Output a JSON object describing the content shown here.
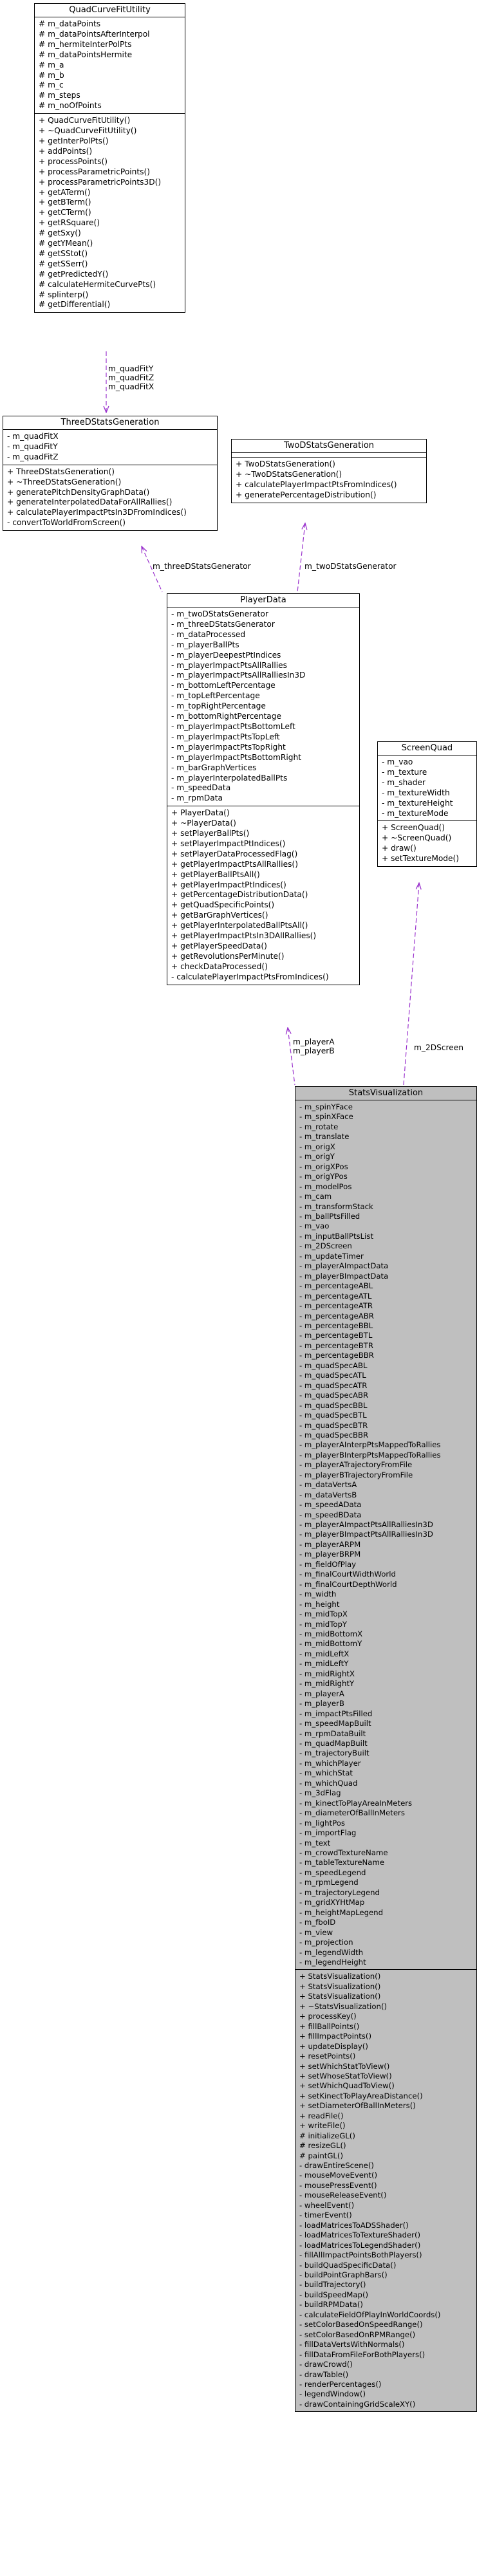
{
  "classes": {
    "quad": {
      "title": "QuadCurveFitUtility",
      "attributes": [
        "# m_dataPoints",
        "# m_dataPointsAfterInterpol",
        "# m_hermiteInterPolPts",
        "# m_dataPointsHermite",
        "# m_a",
        "# m_b",
        "# m_c",
        "# m_steps",
        "# m_noOfPoints"
      ],
      "methods": [
        "+ QuadCurveFitUtility()",
        "+ ~QuadCurveFitUtility()",
        "+ getInterPolPts()",
        "+ addPoints()",
        "+ processPoints()",
        "+ processParametricPoints()",
        "+ processParametricPoints3D()",
        "+ getATerm()",
        "+ getBTerm()",
        "+ getCTerm()",
        "+ getRSquare()",
        "# getSxy()",
        "# getYMean()",
        "# getSStot()",
        "# getSSerr()",
        "# getPredictedY()",
        "# calculateHermiteCurvePts()",
        "# splinterp()",
        "# getDifferential()"
      ]
    },
    "three": {
      "title": "ThreeDStatsGeneration",
      "attributes": [
        "- m_quadFitX",
        "- m_quadFitY",
        "- m_quadFitZ"
      ],
      "methods": [
        "+ ThreeDStatsGeneration()",
        "+ ~ThreeDStatsGeneration()",
        "+ generatePitchDensityGraphData()",
        "+ generateInterpolatedDataForAllRallies()",
        "+ calculatePlayerImpactPtsIn3DFromIndices()",
        "- convertToWorldFromScreen()"
      ]
    },
    "two": {
      "title": "TwoDStatsGeneration",
      "attributes": [],
      "methods": [
        "+ TwoDStatsGeneration()",
        "+ ~TwoDStatsGeneration()",
        "+ calculatePlayerImpactPtsFromIndices()",
        "+ generatePercentageDistribution()"
      ]
    },
    "player": {
      "title": "PlayerData",
      "attributes": [
        "- m_twoDStatsGenerator",
        "- m_threeDStatsGenerator",
        "- m_dataProcessed",
        "- m_playerBallPts",
        "- m_playerDeepestPtIndices",
        "- m_playerImpactPtsAllRallies",
        "- m_playerImpactPtsAllRalliesIn3D",
        "- m_bottomLeftPercentage",
        "- m_topLeftPercentage",
        "- m_topRightPercentage",
        "- m_bottomRightPercentage",
        "- m_playerImpactPtsBottomLeft",
        "- m_playerImpactPtsTopLeft",
        "- m_playerImpactPtsTopRight",
        "- m_playerImpactPtsBottomRight",
        "- m_barGraphVertices",
        "- m_playerInterpolatedBallPts",
        "- m_speedData",
        "- m_rpmData"
      ],
      "methods": [
        "+ PlayerData()",
        "+ ~PlayerData()",
        "+ setPlayerBallPts()",
        "+ setPlayerImpactPtIndices()",
        "+ setPlayerDataProcessedFlag()",
        "+ getPlayerImpactPtsAllRallies()",
        "+ getPlayerBallPtsAll()",
        "+ getPlayerImpactPtIndices()",
        "+ getPercentageDistributionData()",
        "+ getQuadSpecificPoints()",
        "+ getBarGraphVertices()",
        "+ getPlayerInterpolatedBallPtsAll()",
        "+ getPlayerImpactPtsIn3DAllRallies()",
        "+ getPlayerSpeedData()",
        "+ getRevolutionsPerMinute()",
        "+ checkDataProcessed()",
        "- calculatePlayerImpactPtsFromIndices()"
      ]
    },
    "screen": {
      "title": "ScreenQuad",
      "attributes": [
        "- m_vao",
        "- m_texture",
        "- m_shader",
        "- m_textureWidth",
        "- m_textureHeight",
        "- m_textureMode"
      ],
      "methods": [
        "+ ScreenQuad()",
        "+ ~ScreenQuad()",
        "+ draw()",
        "+ setTextureMode()"
      ]
    },
    "stats": {
      "title": "StatsVisualization",
      "attributes": [
        "- m_spinYFace",
        "- m_spinXFace",
        "- m_rotate",
        "- m_translate",
        "- m_origX",
        "- m_origY",
        "- m_origXPos",
        "- m_origYPos",
        "- m_modelPos",
        "- m_cam",
        "- m_transformStack",
        "- m_ballPtsFilled",
        "- m_vao",
        "- m_inputBallPtsList",
        "- m_2DScreen",
        "- m_updateTimer",
        "- m_playerAImpactData",
        "- m_playerBImpactData",
        "- m_percentageABL",
        "- m_percentageATL",
        "- m_percentageATR",
        "- m_percentageABR",
        "- m_percentageBBL",
        "- m_percentageBTL",
        "- m_percentageBTR",
        "- m_percentageBBR",
        "- m_quadSpecABL",
        "- m_quadSpecATL",
        "- m_quadSpecATR",
        "- m_quadSpecABR",
        "- m_quadSpecBBL",
        "- m_quadSpecBTL",
        "- m_quadSpecBTR",
        "- m_quadSpecBBR",
        "- m_playerAInterpPtsMappedToRallies",
        "- m_playerBInterpPtsMappedToRallies",
        "- m_playerATrajectoryFromFile",
        "- m_playerBTrajectoryFromFile",
        "- m_dataVertsA",
        "- m_dataVertsB",
        "- m_speedAData",
        "- m_speedBData",
        "- m_playerAImpactPtsAllRalliesIn3D",
        "- m_playerBImpactPtsAllRalliesIn3D",
        "- m_playerARPM",
        "- m_playerBRPM",
        "- m_fieldOfPlay",
        "- m_finalCourtWidthWorld",
        "- m_finalCourtDepthWorld",
        "- m_width",
        "- m_height",
        "- m_midTopX",
        "- m_midTopY",
        "- m_midBottomX",
        "- m_midBottomY",
        "- m_midLeftX",
        "- m_midLeftY",
        "- m_midRightX",
        "- m_midRightY",
        "- m_playerA",
        "- m_playerB",
        "- m_impactPtsFilled",
        "- m_speedMapBuilt",
        "- m_rpmDataBuilt",
        "- m_quadMapBuilt",
        "- m_trajectoryBuilt",
        "- m_whichPlayer",
        "- m_whichStat",
        "- m_whichQuad",
        "- m_3dFlag",
        "- m_kinectToPlayAreaInMeters",
        "- m_diameterOfBallInMeters",
        "- m_lightPos",
        "- m_importFlag",
        "- m_text",
        "- m_crowdTextureName",
        "- m_tableTextureName",
        "- m_speedLegend",
        "- m_rpmLegend",
        "- m_trajectoryLegend",
        "- m_gridXYHtMap",
        "- m_heightMapLegend",
        "- m_fboID",
        "- m_view",
        "- m_projection",
        "- m_legendWidth",
        "- m_legendHeight"
      ],
      "methods": [
        "+ StatsVisualization()",
        "+ StatsVisualization()",
        "+ StatsVisualization()",
        "+ ~StatsVisualization()",
        "+ processKey()",
        "+ fillBallPoints()",
        "+ fillImpactPoints()",
        "+ updateDisplay()",
        "+ resetPoints()",
        "+ setWhichStatToView()",
        "+ setWhoseStatToView()",
        "+ setWhichQuadToView()",
        "+ setKinectToPlayAreaDistance()",
        "+ setDiameterOfBallInMeters()",
        "+ readFile()",
        "+ writeFile()",
        "# initializeGL()",
        "# resizeGL()",
        "# paintGL()",
        "- drawEntireScene()",
        "- mouseMoveEvent()",
        "- mousePressEvent()",
        "- mouseReleaseEvent()",
        "- wheelEvent()",
        "- timerEvent()",
        "- loadMatricesToADSShader()",
        "- loadMatricesToTextureShader()",
        "- loadMatricesToLegendShader()",
        "- fillAllImpactPointsBothPlayers()",
        "- buildQuadSpecificData()",
        "- buildPointGraphBars()",
        "- buildTrajectory()",
        "- buildSpeedMap()",
        "- buildRPMData()",
        "- calculateFieldOfPlayInWorldCoords()",
        "- setColorBasedOnSpeedRange()",
        "- setColorBasedOnRPMRange()",
        "- fillDataVertsWithNormals()",
        "- fillDataFromFileForBothPlayers()",
        "- drawCrowd()",
        "- drawTable()",
        "- renderPercentages()",
        "- legendWindow()",
        "- drawContainingGridScaleXY()"
      ]
    }
  },
  "edge_labels": {
    "quad_to_three": [
      "m_quadFitY",
      "m_quadFitZ",
      "m_quadFitX"
    ],
    "three_to_player": [
      "m_threeDStatsGenerator"
    ],
    "two_to_player": [
      "m_twoDStatsGenerator"
    ],
    "player_to_stats": [
      "m_playerA",
      "m_playerB"
    ],
    "screen_to_stats": [
      "m_2DScreen"
    ]
  },
  "colors": {
    "edge": "#9a32cd",
    "highlight_box": "#bfbfbf"
  }
}
